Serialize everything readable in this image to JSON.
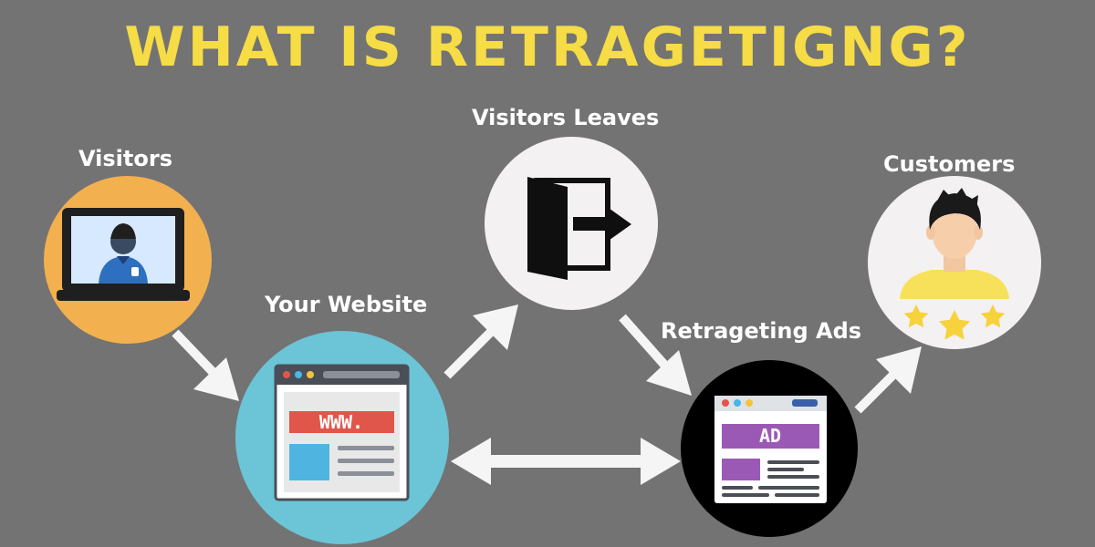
{
  "title": "WHAT IS RETRAGETIGNG?",
  "nodes": {
    "visitors": {
      "label": "Visitors",
      "icon": "laptop-user-icon",
      "color": "#f3b04f"
    },
    "website": {
      "label": "Your Website",
      "icon": "website-icon",
      "color": "#6cc4d7",
      "badge": "WWW."
    },
    "leaves": {
      "label": "Visitors Leaves",
      "icon": "exit-door-icon",
      "color": "#f3f1f2"
    },
    "ads": {
      "label": "Retrageting Ads",
      "icon": "ad-window-icon",
      "color": "#000000",
      "badge": "AD"
    },
    "customers": {
      "label": "Customers",
      "icon": "customer-stars-icon",
      "color": "#f3f1f2"
    }
  },
  "colors": {
    "background": "#737373",
    "title": "#f6dc45",
    "arrow": "#f5f5f5"
  }
}
